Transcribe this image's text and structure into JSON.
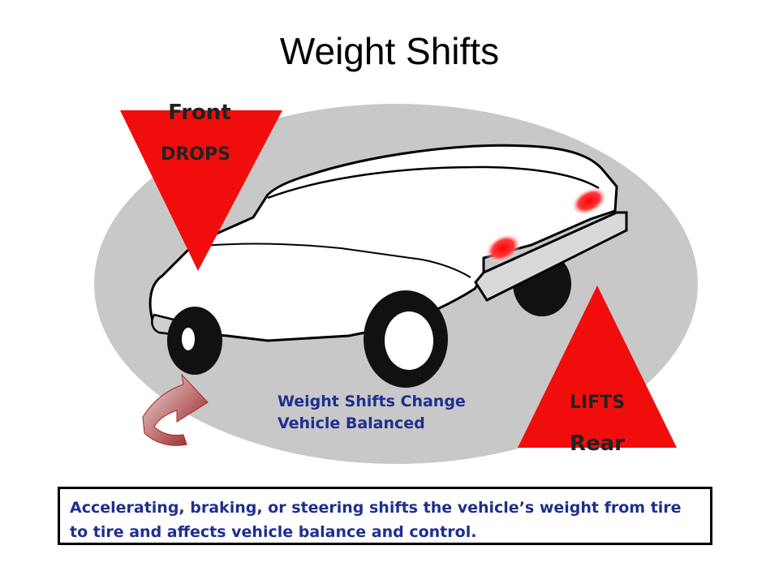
{
  "slide": {
    "title": "Weight Shifts",
    "front_triangle": {
      "top_label": "Front",
      "bottom_label": "DROPS"
    },
    "rear_triangle": {
      "top_label": "LIFTS",
      "bottom_label": "Rear"
    },
    "caption": [
      "Weight Shifts Change",
      "Vehicle Balanced"
    ],
    "info_text": "Accelerating, braking, or steering shifts the vehicle’s weight from tire to tire and affects vehicle balance and control.",
    "colors": {
      "triangle_red": "#f20d0d",
      "ellipse_gray": "#c8c8c8",
      "text_blue": "#1f2f8f",
      "tail_light_red": "#ff2a2a",
      "rotation_arrow": "#9b1b1b"
    },
    "icons": [
      "car-illustration",
      "rotation-arrow-icon"
    ]
  }
}
